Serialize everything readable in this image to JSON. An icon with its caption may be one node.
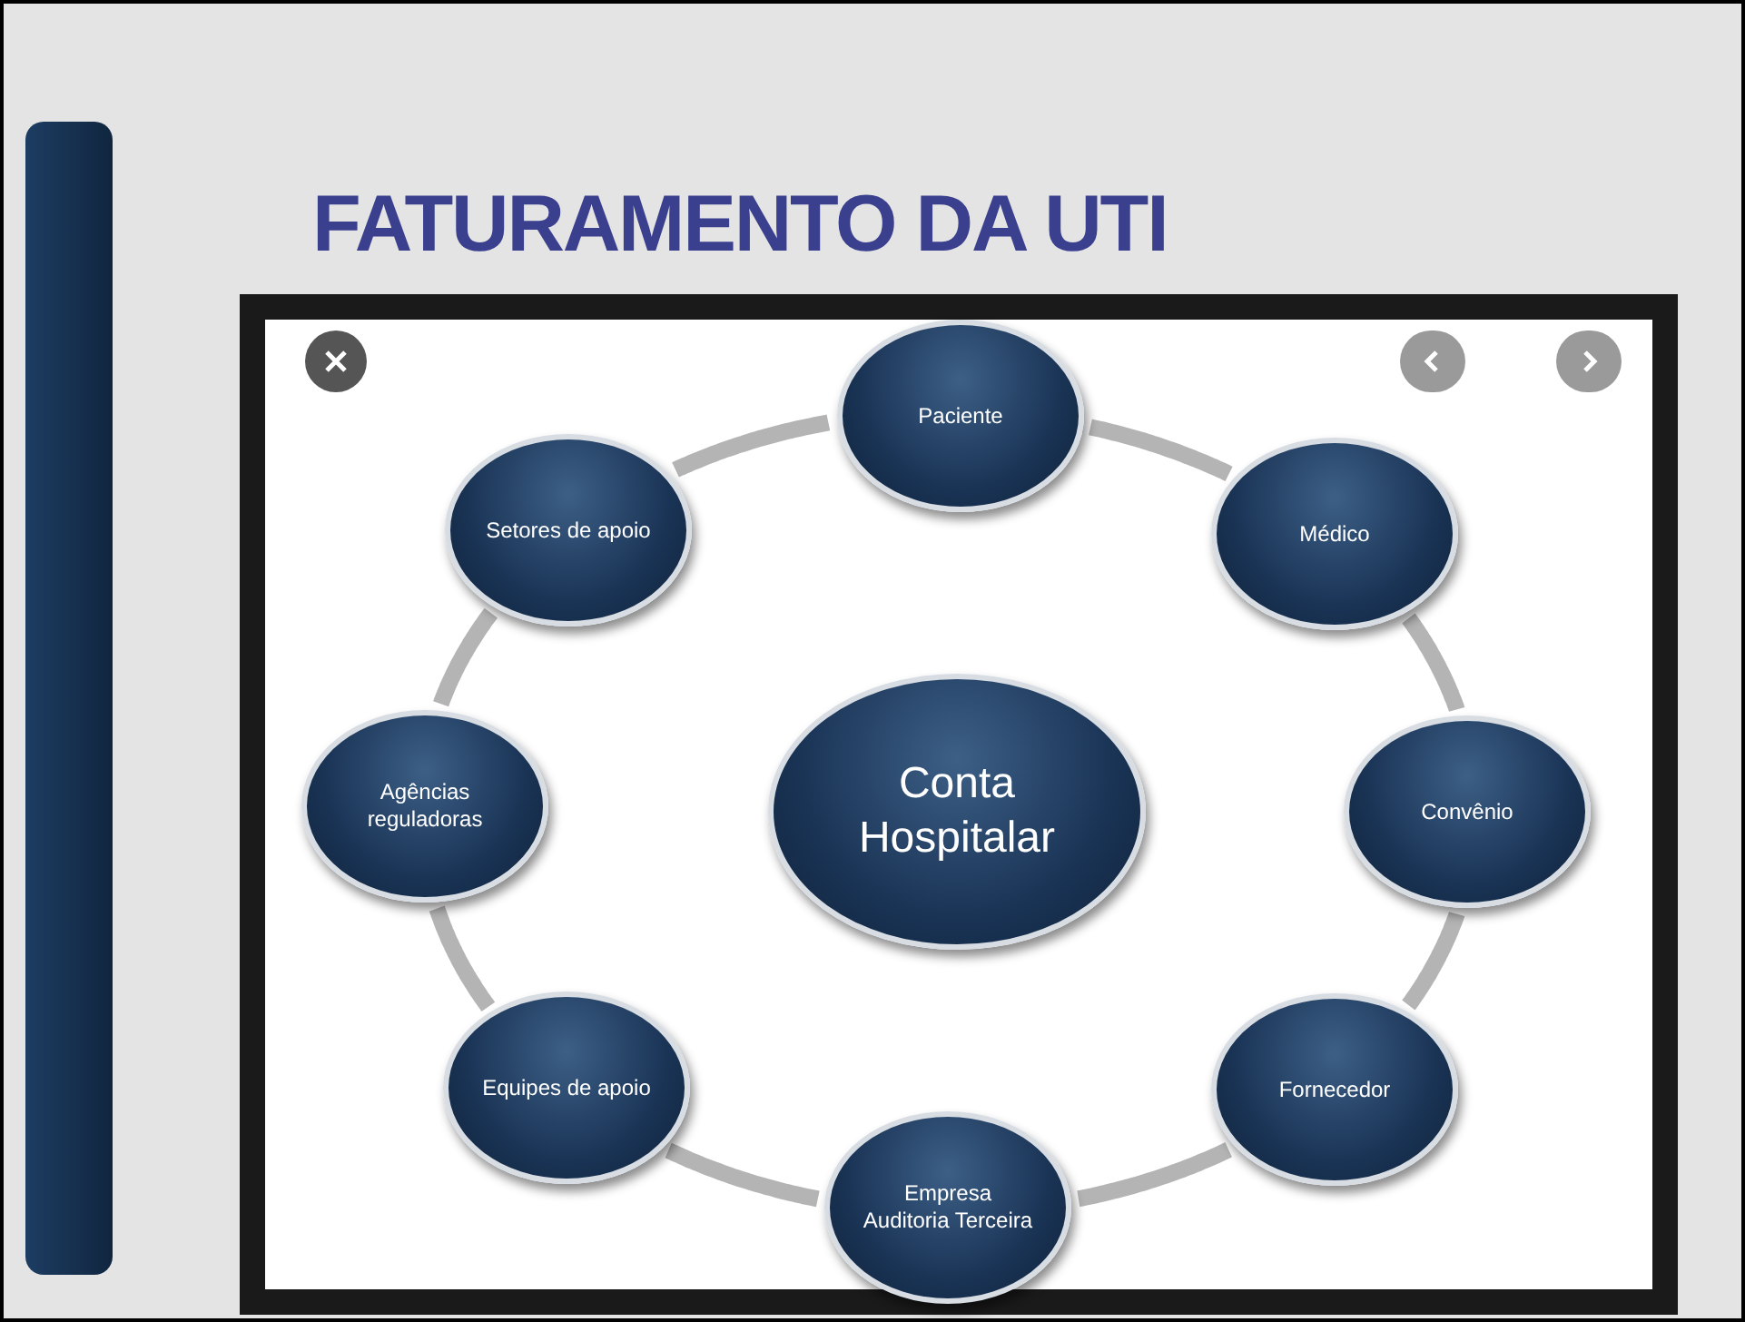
{
  "diagram": {
    "title": "FATURAMENTO DA UTI",
    "nodes": [
      {
        "text": [
          "Paciente"
        ]
      },
      {
        "text": [
          "Setores de apoio"
        ]
      },
      {
        "text": [
          "Médico"
        ]
      },
      {
        "text": [
          "Agências reguladoras"
        ]
      },
      {
        "text": [
          "Conta Hospitalar"
        ]
      },
      {
        "text": [
          "Convênio"
        ]
      },
      {
        "text": [
          "Equipes de apoio"
        ]
      },
      {
        "text": [
          "Fornecedor"
        ]
      },
      {
        "text": [
          "Empresa Auditoria Terceira"
        ]
      }
    ],
    "edges": [
      {
        "from": 0,
        "to": 2,
        "arrow": "none"
      },
      {
        "from": 2,
        "to": 5,
        "arrow": "none"
      },
      {
        "from": 5,
        "to": 7,
        "arrow": "none"
      },
      {
        "from": 7,
        "to": 8,
        "arrow": "none"
      },
      {
        "from": 8,
        "to": 6,
        "arrow": "none"
      },
      {
        "from": 6,
        "to": 3,
        "arrow": "none"
      },
      {
        "from": 3,
        "to": 1,
        "arrow": "none"
      },
      {
        "from": 1,
        "to": 0,
        "arrow": "none"
      }
    ]
  }
}
